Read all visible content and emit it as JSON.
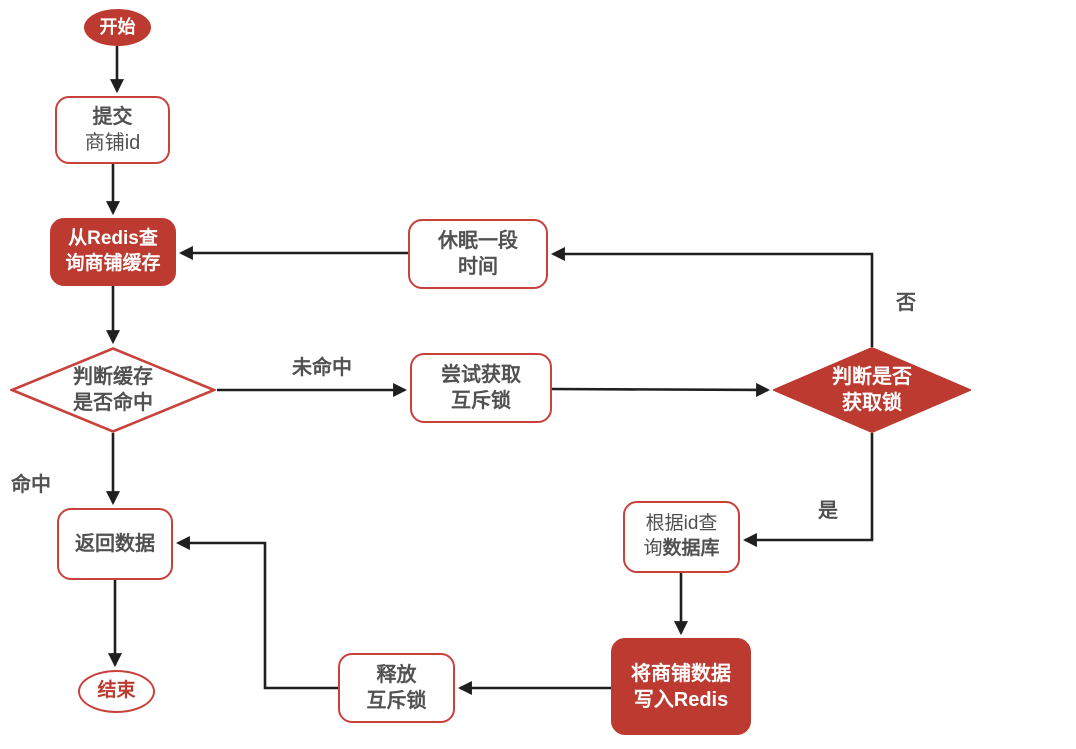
{
  "nodes": {
    "start": {
      "label": "开始"
    },
    "submit": {
      "line1": "提交",
      "line2": "商铺id"
    },
    "redis_query": {
      "line1": "从Redis查",
      "line2": "询商铺缓存"
    },
    "cache_check": {
      "line1": "判断缓存",
      "line2": "是否命中"
    },
    "sleep": {
      "line1": "休眠一段",
      "line2": "时间"
    },
    "try_lock": {
      "line1": "尝试获取",
      "line2": "互斥锁"
    },
    "lock_check": {
      "line1": "判断是否",
      "line2": "获取锁"
    },
    "query_db": {
      "line1": "根据id查",
      "line2_regular": "询",
      "line2_bold": "数据库"
    },
    "write_redis": {
      "line1": "将商铺数据",
      "line2": "写入Redis"
    },
    "release_lock": {
      "line1": "释放",
      "line2": "互斥锁"
    },
    "return_data": {
      "label": "返回数据"
    },
    "end": {
      "label": "结束"
    }
  },
  "edge_labels": {
    "miss": "未命中",
    "hit": "命中",
    "no": "否",
    "yes": "是"
  },
  "colors": {
    "red_fill": "#BC3A30",
    "red_border": "#C8423B",
    "text_dark": "#515151",
    "edge_line": "#1F1F1F",
    "background": "#FFFFFF"
  }
}
